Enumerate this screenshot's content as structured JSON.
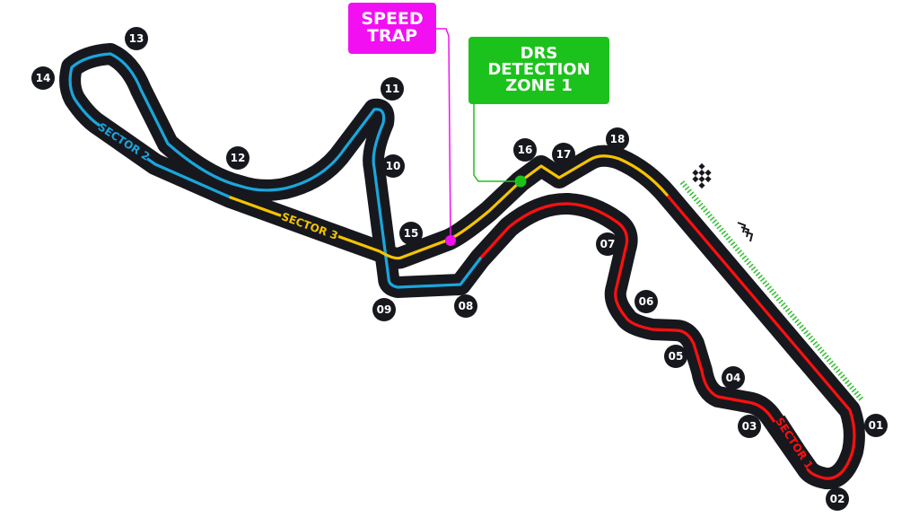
{
  "callouts": {
    "speed_trap": {
      "line1": "SPEED",
      "line2": "TRAP",
      "color": "#f20ff2"
    },
    "drs_zone": {
      "line1": "DRS",
      "line2": "DETECTION",
      "line3": "ZONE 1",
      "color": "#1cc21c"
    }
  },
  "sectors": [
    {
      "label": "SECTOR 1",
      "color": "#ff1010"
    },
    {
      "label": "SECTOR 2",
      "color": "#1ba6dc"
    },
    {
      "label": "SECTOR 3",
      "color": "#f5c400"
    }
  ],
  "turns": [
    "01",
    "02",
    "03",
    "04",
    "05",
    "06",
    "07",
    "08",
    "09",
    "10",
    "11",
    "12",
    "13",
    "14",
    "15",
    "16",
    "17",
    "18"
  ],
  "icons": [
    "checkered-flag-icon",
    "direction-chevrons-icon"
  ]
}
